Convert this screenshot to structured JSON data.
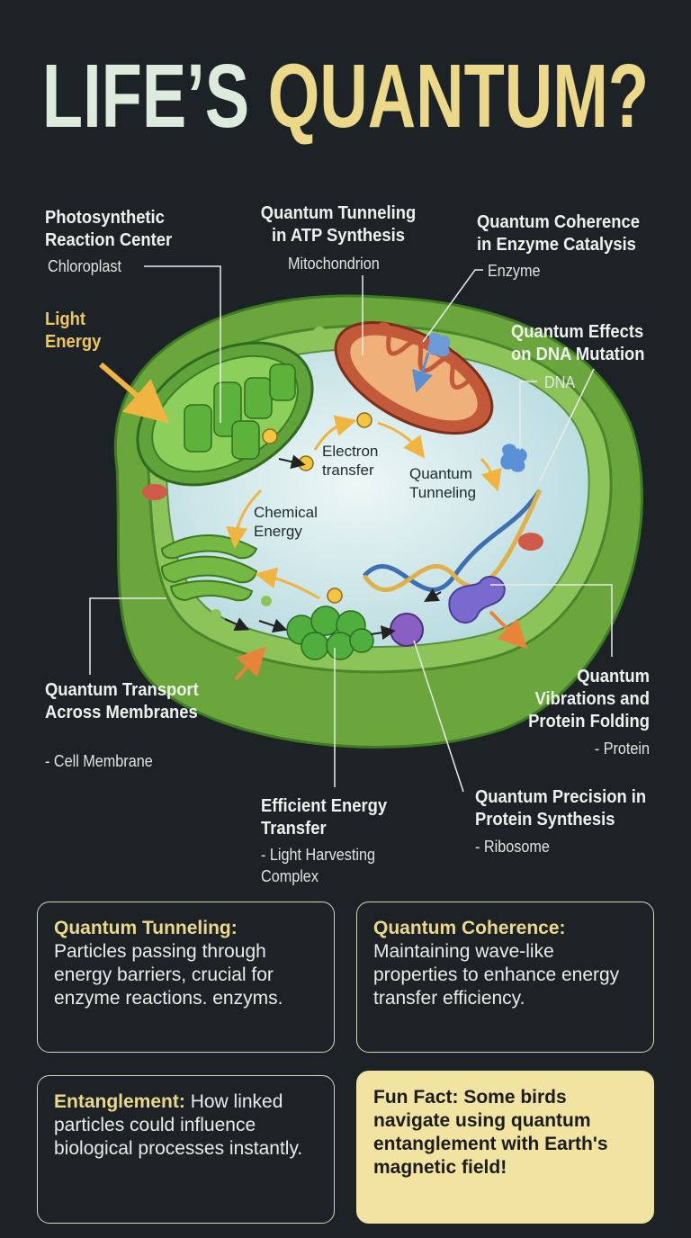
{
  "title": {
    "part1": "LIFE’S",
    "part2": "QUANTUM?"
  },
  "labels": {
    "photosynthetic": {
      "title": "Photosynthetic Reaction Center",
      "sub": "Chloroplast"
    },
    "light_energy": "Light Energy",
    "atp": {
      "title": "Quantum Tunneling in ATP Synthesis",
      "sub": "Mitochondrion"
    },
    "enzyme": {
      "title": "Quantum Coherence in Enzyme Catalysis",
      "sub": "Enzyme"
    },
    "dna": {
      "title": "Quantum Effects on DNA Mutation",
      "sub": "DNA"
    },
    "electron_transfer": "Electron transfer",
    "quantum_tunneling": "Quantum Tunneling",
    "chemical_energy": "Chemical Energy",
    "transport": {
      "title": "Quantum Transport Across Membranes",
      "sub": "- Cell Membrane"
    },
    "energy_transfer": {
      "title": "Efficient Energy Transfer",
      "sub": "- Light Harvesting Complex"
    },
    "protein_synthesis": {
      "title": "Quantum Precision in Protein Synthesis",
      "sub": "- Ribosome"
    },
    "protein_folding": {
      "title": "Quantum Vibrations and Protein Folding",
      "sub": "- Protein"
    }
  },
  "cards": [
    {
      "heading": "Quantum Tunneling:",
      "text": "Particles passing through energy barriers, crucial for enzyme reactions. enzyms."
    },
    {
      "heading": "Quantum Coherence:",
      "text": "Maintaining wave-like properties to enhance energy transfer efficiency."
    },
    {
      "heading": "Entanglement:",
      "text": "How linked particles could influence biological processes instantly."
    },
    {
      "heading": "",
      "text": "Fun Fact: Some birds navigate using quantum entanglement with Earth's magnetic field!"
    }
  ],
  "colors": {
    "background": "#1c2225",
    "title_light": "#dcebdc",
    "title_accent": "#ecd889",
    "fun_fact_bg": "#f1e3a1",
    "cell_green": "#79b545"
  }
}
